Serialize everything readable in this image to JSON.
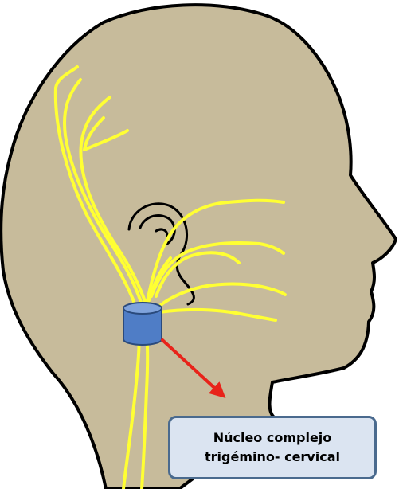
{
  "callout": {
    "line1": "Núcleo complejo",
    "line2": "trigémino- cervical"
  },
  "colors": {
    "background": "#ffffff",
    "head_fill": "#c7bb9b",
    "outline": "#000000",
    "nerve": "#ffff33",
    "nucleus": "#4f7dc6",
    "nucleus_outline": "#2a4a7c",
    "arrow": "#e8231a",
    "callout_fill": "#dbe4f1",
    "callout_border": "#4a6a8e"
  },
  "icons": [
    "head-silhouette",
    "ear-outline",
    "nerve-branches",
    "nucleus-cylinder",
    "pointer-arrow"
  ]
}
